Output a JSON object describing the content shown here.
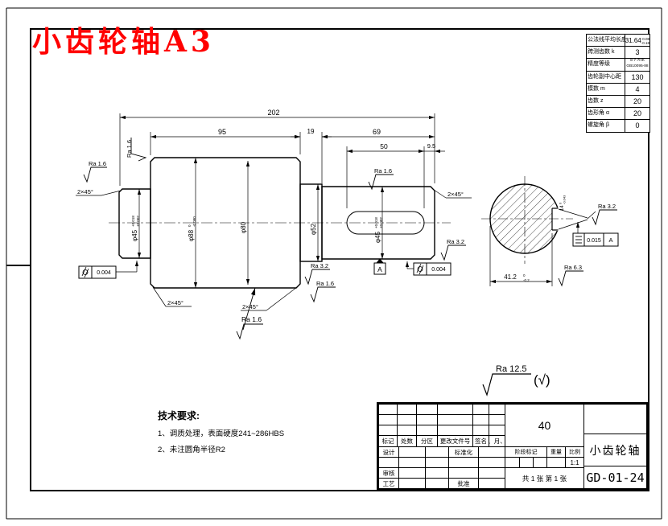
{
  "page": {
    "red_title": "小齿轮轴A3"
  },
  "gear_table": {
    "rows": [
      {
        "label": "公法线平均长度",
        "value": "31.64",
        "tol_sup": "-0.08",
        "tol_sub": "-0.18"
      },
      {
        "label": "跨测齿数 k",
        "value": "3"
      },
      {
        "label": "精度等级",
        "value_line1": "8-7-7HK",
        "value_line2": "GB10095-88"
      },
      {
        "label": "齿轮副中心距",
        "value": "130"
      },
      {
        "label": "模数 m",
        "value": "4"
      },
      {
        "label": "齿数 z",
        "value": "20"
      },
      {
        "label": "齿形角 α",
        "value": "20"
      },
      {
        "label": "螺旋角 β",
        "value": "0"
      }
    ]
  },
  "labels": {
    "t202": "202",
    "t95": "95",
    "t19": "19",
    "t69": "69",
    "t50": "50",
    "t9_5": "9.5",
    "d_stub": "φ45",
    "d_stub_s": "+0.018",
    "d_stub_i": "+0.002",
    "d_tip": "φ88",
    "d_tip_s": "0",
    "d_tip_i": "-0.090",
    "d_pitch": "φ80",
    "d_neck": "φ52",
    "d_end": "φ45",
    "d_end_s": "+0.018",
    "d_end_i": "+0.002",
    "ra_stub": "Ra 1.6",
    "ra_gearface": "Ra 1.6",
    "ra_gearod": "Ra 1.6",
    "ra_neck1": "Ra 3.2",
    "ra_neck2": "Ra 1.6",
    "ra_end": "Ra 1.6",
    "ra_endface": "Ra 3.2",
    "ra_sec1": "Ra 3.2",
    "ra_sec2": "Ra 6.3",
    "ra_general": "Ra 12.5",
    "ra_general_paren": "(√)",
    "ch1": "2×45°",
    "ch2": "2×45°",
    "ch3": "2×45°",
    "ch4": "2×45°",
    "cyl1": "0.004",
    "cyl2": "0.004",
    "sym": "0.015",
    "sym_datum": "A",
    "datum": "A",
    "sec_w": "41.2",
    "sec_w_s": "0",
    "sec_w_i": "-0.2",
    "key_w": "14",
    "key_w_s": "0",
    "key_w_i": "-0.043"
  },
  "notes": {
    "heading": "技术要求:",
    "item1": "1、调质处理，表面硬度241~286HBS",
    "item2": "2、未注圆角半径R2"
  },
  "title_block": {
    "material": "40",
    "col1": "标记",
    "col2": "处数",
    "col3": "分区",
    "col4": "更改文件号",
    "col5": "签名",
    "col6": "年、月、日",
    "row_design": "设计",
    "row_check": "审核",
    "row_process": "工艺",
    "std": "标准化",
    "approve": "批准",
    "stage": "阶段标记",
    "weight": "重量",
    "scale_label": "比例",
    "scale_value": "1:1",
    "sheets": "共 1 张 第 1 张",
    "part_name": "小齿轮轴",
    "drawing_no": "GD-01-24"
  }
}
